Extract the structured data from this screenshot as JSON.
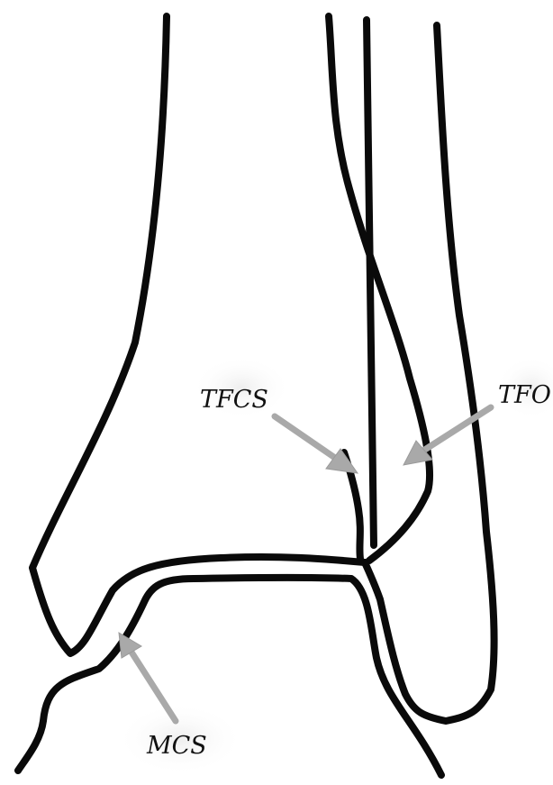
{
  "labels": {
    "tfcs": "TFCS",
    "tfo": "TFO",
    "mcs": "MCS"
  },
  "colors": {
    "bone_outline": "#0a0a0a",
    "arrow": "#a9a9a9",
    "background": "#ffffff",
    "text": "#111111"
  }
}
